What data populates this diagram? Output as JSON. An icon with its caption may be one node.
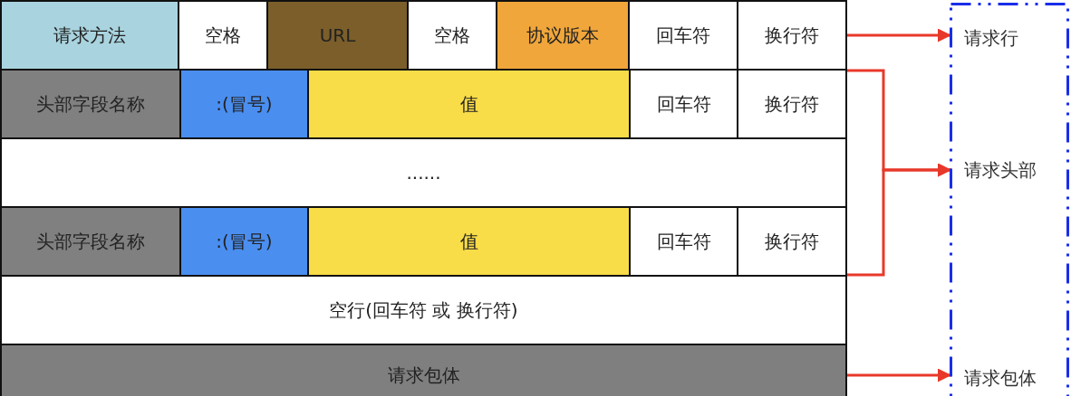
{
  "diagram": {
    "nodes": [
      {
        "text": [
          "请求方法"
        ]
      },
      {
        "text": [
          "空格"
        ]
      },
      {
        "text": [
          "URL"
        ]
      },
      {
        "text": [
          "空格"
        ]
      },
      {
        "text": [
          "协议版本"
        ]
      },
      {
        "text": [
          "回车符"
        ]
      },
      {
        "text": [
          "换行符"
        ]
      },
      {
        "text": [
          "头部字段名称"
        ]
      },
      {
        "text": [
          ":(冒号)"
        ]
      },
      {
        "text": [
          "值"
        ]
      },
      {
        "text": [
          "回车符"
        ]
      },
      {
        "text": [
          "换行符"
        ]
      },
      {
        "text": [
          "......"
        ]
      },
      {
        "text": [
          "头部字段名称"
        ]
      },
      {
        "text": [
          ":(冒号)"
        ]
      },
      {
        "text": [
          "值"
        ]
      },
      {
        "text": [
          "回车符"
        ]
      },
      {
        "text": [
          "换行符"
        ]
      },
      {
        "text": [
          "空行(回车符 或 换行符)"
        ]
      },
      {
        "text": [
          "请求包体"
        ]
      },
      {
        "text": [],
        "shape": "box"
      },
      {
        "text": [
          "请求行"
        ],
        "in": 20
      },
      {
        "text": [
          "请求头部"
        ],
        "in": 20
      },
      {
        "text": [
          "请求包体"
        ],
        "in": 20
      }
    ],
    "edges": [
      {
        "from": 6,
        "to": 21,
        "arrow": "to"
      },
      {
        "from": 11,
        "to": 22,
        "arrow": "to"
      },
      {
        "from": 17,
        "to": 22,
        "arrow": "to"
      },
      {
        "from": 19,
        "to": 23,
        "arrow": "to"
      }
    ]
  }
}
